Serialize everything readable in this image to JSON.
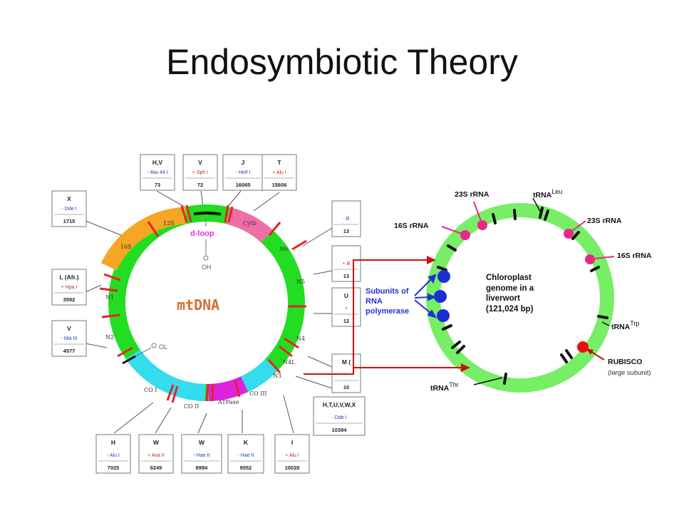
{
  "title": "Endosymbiotic Theory",
  "colors": {
    "mt_ring_green": "#22dd22",
    "mt_ring_orange": "#f5a623",
    "mt_ring_pink": "#ee6fa8",
    "mt_ring_cyan": "#33ddee",
    "mt_ring_magenta": "#dd22dd",
    "restriction_red": "#e82222",
    "cp_ring_green": "#77ee66",
    "cp_pink": "#e8288a",
    "cp_blue": "#1b2fd6",
    "arrow_red": "#cc1111",
    "arrow_blue": "#2233cc"
  },
  "mtdna": {
    "center_label": "mtDNA",
    "dloop_label": "d-loop",
    "oh_label": "OH",
    "ol_label": "OL",
    "segments": [
      {
        "label": "12S"
      },
      {
        "label": "16S"
      },
      {
        "label": "Cytb"
      },
      {
        "label": "N6"
      },
      {
        "label": "N5"
      },
      {
        "label": "N4"
      },
      {
        "label": "N4L"
      },
      {
        "label": "N3"
      },
      {
        "label": "CO III"
      },
      {
        "label": "ATPase"
      },
      {
        "label": "CO II"
      },
      {
        "label": "CO I"
      },
      {
        "label": "N2"
      },
      {
        "label": "N1"
      }
    ],
    "haplogroups": [
      {
        "name": "H,V",
        "enzyme": "- Alw 44 I",
        "pos": "73"
      },
      {
        "name": "V",
        "enzyme": "+ Sph I",
        "pos": "72"
      },
      {
        "name": "J",
        "enzyme": "- Hinf I",
        "pos": "16065"
      },
      {
        "name": "T",
        "enzyme": "+ Alu I",
        "pos": "15606"
      },
      {
        "name": "X",
        "enzyme": "- Dde I",
        "pos": "1715"
      },
      {
        "name": "L (Afr.)",
        "enzyme": "+ Hpa I",
        "pos": "3592"
      },
      {
        "name": "V",
        "enzyme": "- Nla III",
        "pos": "4577"
      },
      {
        "name": "H",
        "enzyme": "- Alu I",
        "pos": "7025"
      },
      {
        "name": "W",
        "enzyme": "+ Ava II",
        "pos": "8249"
      },
      {
        "name": "W",
        "enzyme": "- Hae II",
        "pos": "8994"
      },
      {
        "name": "K",
        "enzyme": "- Hae II",
        "pos": "9052"
      },
      {
        "name": "I",
        "enzyme": "+ Alu I",
        "pos": "10028"
      },
      {
        "name": "H,T,U,V,W,X",
        "enzyme": "- Dde I",
        "pos": "10394"
      },
      {
        "name": "M (",
        "enzyme": "+",
        "pos": "10"
      },
      {
        "name": "U",
        "enzyme": "+",
        "pos": "12"
      },
      {
        "name": "",
        "enzyme": "+ B",
        "pos": "13"
      },
      {
        "name": "",
        "enzyme": "- B",
        "pos": "13"
      }
    ]
  },
  "chloroplast": {
    "center_lines": [
      "Chloroplast",
      "genome in a",
      "liverwort",
      "(121,024 bp)"
    ],
    "polymerase_lines": [
      "Subunits of",
      "RNA",
      "polymerase"
    ],
    "labels": {
      "rrna23_top": "23S rRNA",
      "trna_leu_base": "tRNA",
      "trna_leu_sup": "Leu",
      "rrna16_left": "16S rRNA",
      "rrna23_right": "23S rRNA",
      "rrna16_right": "16S rRNA",
      "trna_trp_base": "tRNA",
      "trna_trp_sup": "Trp",
      "rubisco": "RUBISCO",
      "rubisco_sub": "(large subunit)",
      "trna_thr_base": "tRNA",
      "trna_thr_sup": "Thr"
    }
  }
}
